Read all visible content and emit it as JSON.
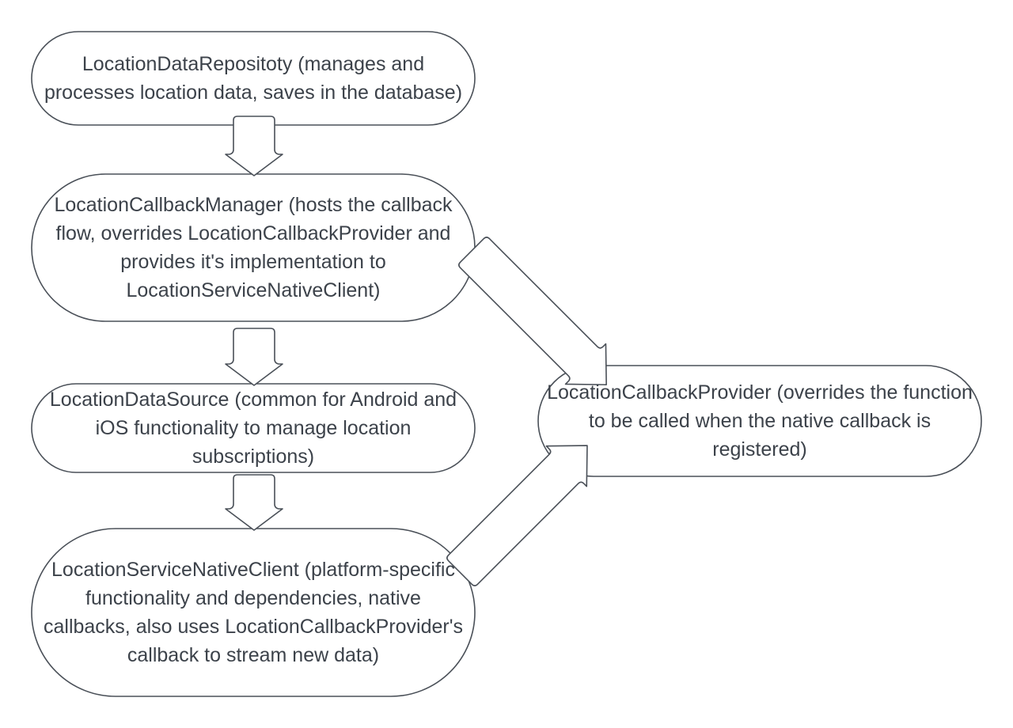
{
  "diagram": {
    "type": "flowchart",
    "title": "",
    "background_color": "#ffffff",
    "node_fill": "#ffffff",
    "node_stroke": "#4a5058",
    "text_color": "#3c424a",
    "nodes": [
      {
        "id": "location-data-repositoty",
        "label": "LocationDataRepositoty (manages and processes location data, saves in the database)",
        "shape": "rounded-rectangle"
      },
      {
        "id": "location-callback-manager",
        "label": "LocationCallbackManager (hosts the callback flow, overrides LocationCallbackProvider and provides it's implementation to LocationServiceNativeClient)",
        "shape": "rounded-rectangle"
      },
      {
        "id": "location-data-source",
        "label": "LocationDataSource (common for Android and iOS functionality to manage location subscriptions)",
        "shape": "rounded-rectangle"
      },
      {
        "id": "location-service-native-client",
        "label": "LocationServiceNativeClient (platform-specific functionality and dependencies, native callbacks, also uses LocationCallbackProvider's callback to stream new data)",
        "shape": "rounded-rectangle"
      },
      {
        "id": "location-callback-provider",
        "label": "LocationCallbackProvider (overrides the function to be called when the native callback is registered)",
        "shape": "rounded-rectangle"
      }
    ],
    "edges": [
      {
        "from": "location-data-repositoty",
        "to": "location-callback-manager",
        "direction": "down",
        "style": "block-arrow",
        "label": ""
      },
      {
        "from": "location-callback-manager",
        "to": "location-data-source",
        "direction": "down",
        "style": "block-arrow",
        "label": ""
      },
      {
        "from": "location-data-source",
        "to": "location-service-native-client",
        "direction": "down",
        "style": "block-arrow",
        "label": ""
      },
      {
        "from": "location-callback-manager",
        "to": "location-callback-provider",
        "direction": "down-right",
        "style": "block-arrow",
        "label": ""
      },
      {
        "from": "location-service-native-client",
        "to": "location-callback-provider",
        "direction": "up-right",
        "style": "block-arrow",
        "label": ""
      }
    ]
  }
}
